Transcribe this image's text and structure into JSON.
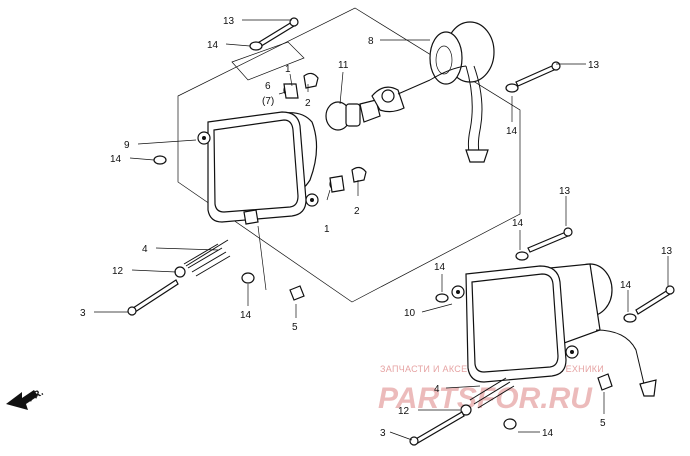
{
  "diagram": {
    "subject": "headlight assembly exploded view",
    "colors": {
      "line": "#111111",
      "background": "#ffffff",
      "watermark": "#e6a3a3"
    }
  },
  "arrow": {
    "label": "FR."
  },
  "watermark": {
    "caption": "ЗАПЧАСТИ И АКСЕССУАРЫ ДЛЯ МОТОТЕХНИКИ",
    "brand": "PARTSFOR.RU"
  },
  "callouts": [
    "13",
    "14",
    "8",
    "1",
    "6",
    "(7)",
    "2",
    "11",
    "13",
    "14",
    "9",
    "14",
    "1",
    "2",
    "4",
    "12",
    "3",
    "14",
    "5",
    "13",
    "14",
    "13",
    "14",
    "14",
    "10",
    "4",
    "12",
    "3",
    "14",
    "5"
  ]
}
